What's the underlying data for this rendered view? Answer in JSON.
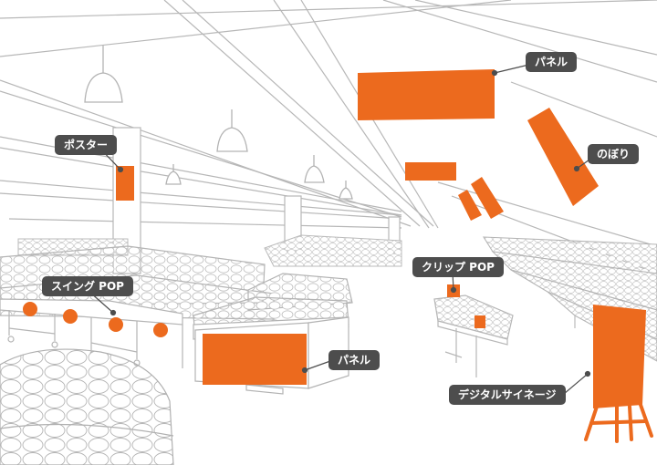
{
  "accent_color": "#ec6a1e",
  "line_color": "#b7b7b7",
  "label_color": "#4d4d4d",
  "labels": {
    "panel_top": "パネル",
    "poster": "ポスター",
    "nobori": "のぼり",
    "clip_pop": "クリップ POP",
    "swing_pop": "スイング POP",
    "panel_bottom": "パネル",
    "digital_signage": "デジタルサイネージ"
  }
}
